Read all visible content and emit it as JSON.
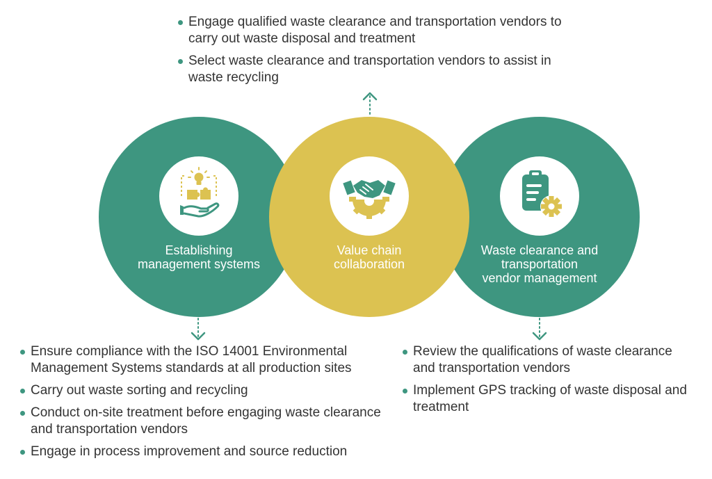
{
  "top_list": [
    "Engage qualified waste clearance and transportation vendors to carry out waste disposal and treatment",
    "Select waste clearance and transportation vendors to assist in waste recycling"
  ],
  "circles": [
    {
      "label": "Establishing\nmanagement systems",
      "icon": "puzzle-hand-icon",
      "color": "#3e9680"
    },
    {
      "label": "Value chain\ncollaboration",
      "icon": "handshake-gear-icon",
      "color": "#dcc251"
    },
    {
      "label": "Waste clearance and\ntransportation\nvendor management",
      "icon": "clipboard-gear-icon",
      "color": "#3e9680"
    }
  ],
  "left_list": [
    "Ensure compliance with the ISO 14001 Environmental Management Systems standards at all production sites",
    "Carry out waste sorting and recycling",
    "Conduct on-site treatment before engaging waste clearance and transportation vendors",
    "Engage in process improvement and source reduction"
  ],
  "right_list": [
    "Review the qualifications of waste clearance and transportation vendors",
    "Implement GPS tracking of waste disposal and treatment"
  ],
  "colors": {
    "green": "#3e9680",
    "yellow": "#dcc251",
    "text": "#333333"
  }
}
